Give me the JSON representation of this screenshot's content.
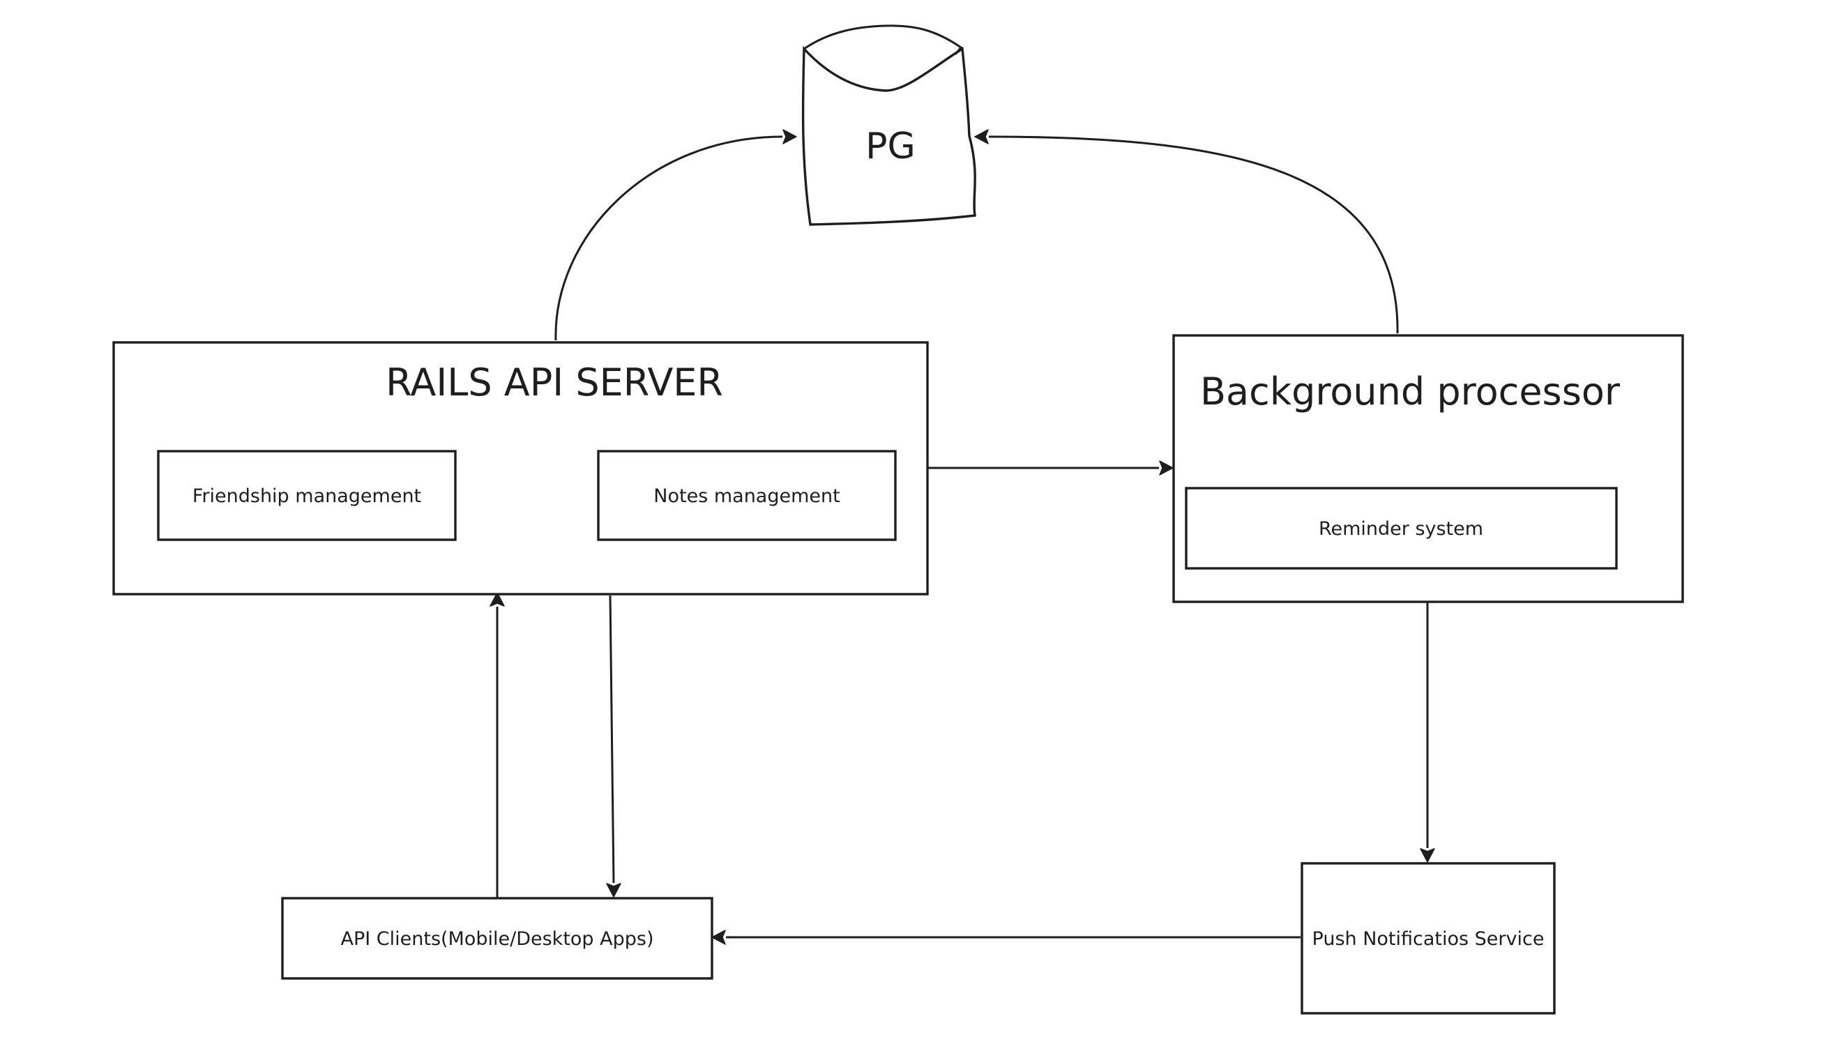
{
  "colors": {
    "stroke": "#1e1e1e",
    "background": "#ffffff"
  },
  "nodes": {
    "database": {
      "label": "PG",
      "shape": "cylinder"
    },
    "rails_server": {
      "label": "RAILS API SERVER"
    },
    "friendship": {
      "label": "Friendship management"
    },
    "notes": {
      "label": "Notes management"
    },
    "background_processor": {
      "label": "Background processor"
    },
    "reminder": {
      "label": "Reminder system"
    },
    "api_clients": {
      "label": "API Clients(Mobile/Desktop Apps)"
    },
    "push_service": {
      "label": "Push Notificatios Service"
    }
  },
  "edges": [
    {
      "from": "rails_server",
      "to": "database"
    },
    {
      "from": "background_processor",
      "to": "database"
    },
    {
      "from": "rails_server",
      "to": "background_processor"
    },
    {
      "from": "api_clients",
      "to": "rails_server"
    },
    {
      "from": "rails_server",
      "to": "api_clients"
    },
    {
      "from": "background_processor",
      "to": "push_service"
    },
    {
      "from": "push_service",
      "to": "api_clients"
    }
  ]
}
